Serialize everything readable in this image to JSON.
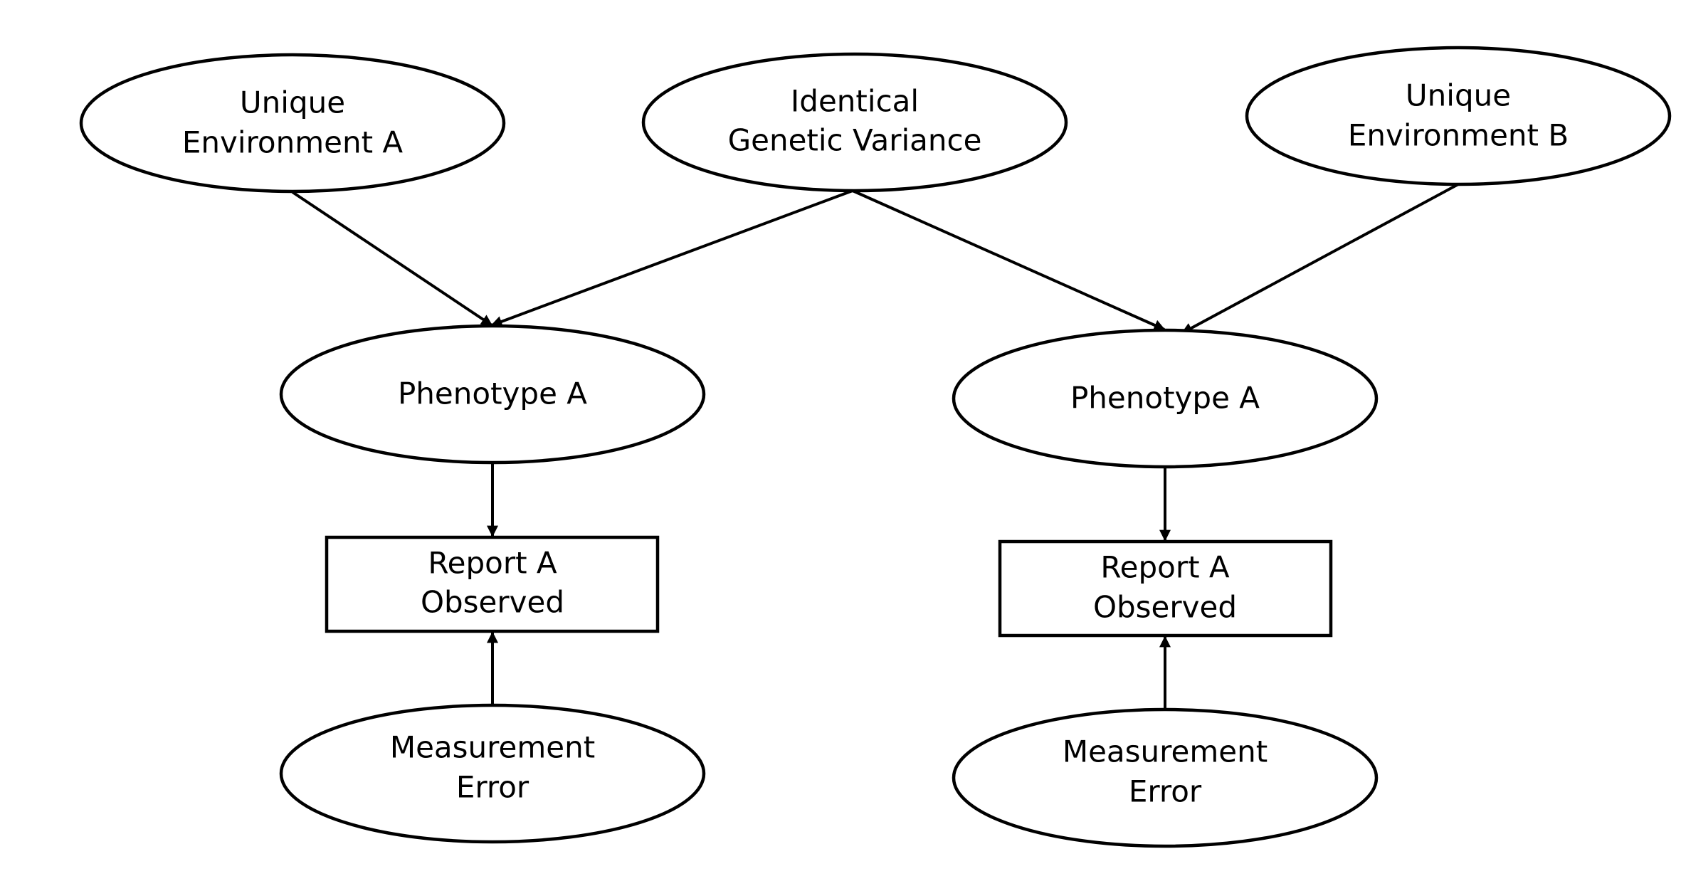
{
  "diagram": {
    "nodes": {
      "env_a": {
        "lines": [
          "Unique",
          "Environment A"
        ],
        "shape": "ellipse"
      },
      "genetic": {
        "lines": [
          "Identical",
          "Genetic Variance"
        ],
        "shape": "ellipse"
      },
      "env_b": {
        "lines": [
          "Unique",
          "Environment B"
        ],
        "shape": "ellipse"
      },
      "pheno_left": {
        "lines": [
          "Phenotype A"
        ],
        "shape": "ellipse"
      },
      "pheno_right": {
        "lines": [
          "Phenotype A"
        ],
        "shape": "ellipse"
      },
      "report_left": {
        "lines": [
          "Report A",
          "Observed"
        ],
        "shape": "rectangle"
      },
      "report_right": {
        "lines": [
          "Report A",
          "Observed"
        ],
        "shape": "rectangle"
      },
      "error_left": {
        "lines": [
          "Measurement",
          "Error"
        ],
        "shape": "ellipse"
      },
      "error_right": {
        "lines": [
          "Measurement",
          "Error"
        ],
        "shape": "ellipse"
      }
    },
    "edges": [
      {
        "from": "env_a",
        "to": "pheno_left"
      },
      {
        "from": "genetic",
        "to": "pheno_left"
      },
      {
        "from": "genetic",
        "to": "pheno_right"
      },
      {
        "from": "env_b",
        "to": "pheno_right"
      },
      {
        "from": "pheno_left",
        "to": "report_left"
      },
      {
        "from": "pheno_right",
        "to": "report_right"
      },
      {
        "from": "error_left",
        "to": "report_left"
      },
      {
        "from": "error_right",
        "to": "report_right"
      }
    ],
    "colors": {
      "stroke": "#000000",
      "fill": "#ffffff",
      "background": "#ffffff"
    }
  }
}
